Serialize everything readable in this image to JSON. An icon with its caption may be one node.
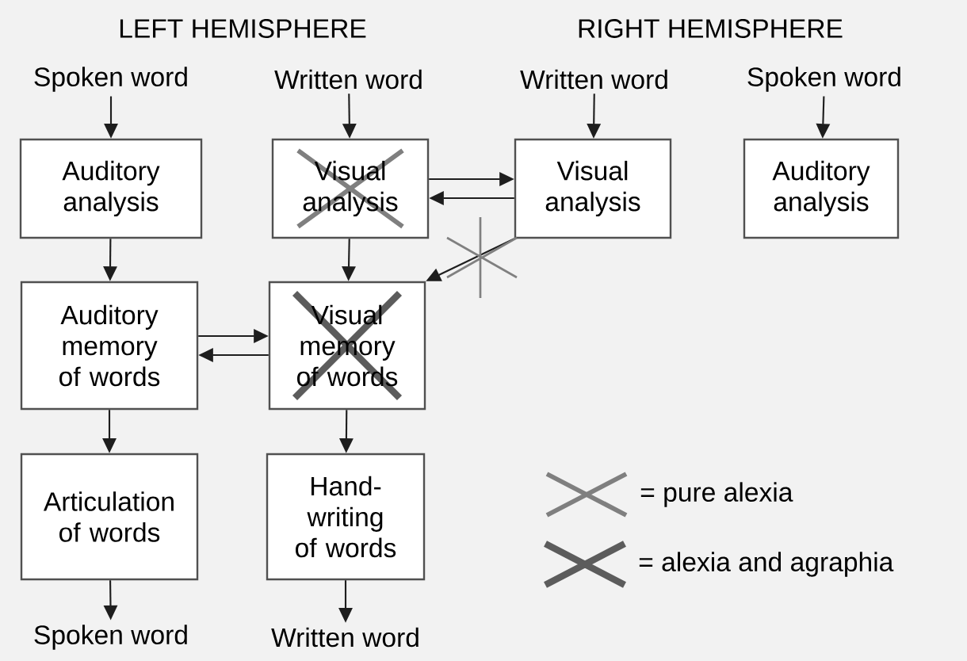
{
  "diagram": {
    "nodes": [
      {
        "text": [
          "Spoken word"
        ]
      },
      {
        "text": [
          "Written word"
        ]
      },
      {
        "text": [
          "Written word"
        ]
      },
      {
        "text": [
          "Spoken word"
        ]
      },
      {
        "text": [
          "Auditory analysis"
        ]
      },
      {
        "text": [
          "Visual analysis"
        ]
      },
      {
        "text": [
          "Visual analysis"
        ]
      },
      {
        "text": [
          "Auditory analysis"
        ]
      },
      {
        "text": [
          "Auditory memory of words"
        ]
      },
      {
        "text": [
          "Visual memory of words"
        ]
      },
      {
        "text": [
          "Articulation of words"
        ]
      },
      {
        "text": [
          "Hand-writing of words"
        ]
      },
      {
        "text": [
          "Spoken word"
        ]
      },
      {
        "text": [
          "Written word"
        ]
      }
    ],
    "edges": [
      {
        "from": 0,
        "to": 4,
        "arrow": "to"
      },
      {
        "from": 1,
        "to": 5,
        "arrow": "to"
      },
      {
        "from": 2,
        "to": 6,
        "arrow": "to"
      },
      {
        "from": 3,
        "to": 7,
        "arrow": "to"
      },
      {
        "from": 4,
        "to": 8,
        "arrow": "to"
      },
      {
        "from": 5,
        "to": 9,
        "arrow": "to"
      },
      {
        "from": 5,
        "to": 6,
        "arrow": "to"
      },
      {
        "from": 6,
        "to": 5,
        "arrow": "to"
      },
      {
        "from": 6,
        "to": 9,
        "arrow": "to"
      },
      {
        "from": 8,
        "to": 9,
        "arrow": "to"
      },
      {
        "from": 9,
        "to": 8,
        "arrow": "to"
      },
      {
        "from": 8,
        "to": 10,
        "arrow": "to"
      },
      {
        "from": 9,
        "to": 11,
        "arrow": "to"
      },
      {
        "from": 10,
        "to": 12,
        "arrow": "to"
      },
      {
        "from": 11,
        "to": 13,
        "arrow": "to"
      }
    ],
    "labels": [
      "LEFT HEMISPHERE",
      "RIGHT HEMISPHERE"
    ],
    "legend": [
      {
        "text": "= pure alexia"
      },
      {
        "text": "= alexia and agraphia"
      }
    ]
  }
}
